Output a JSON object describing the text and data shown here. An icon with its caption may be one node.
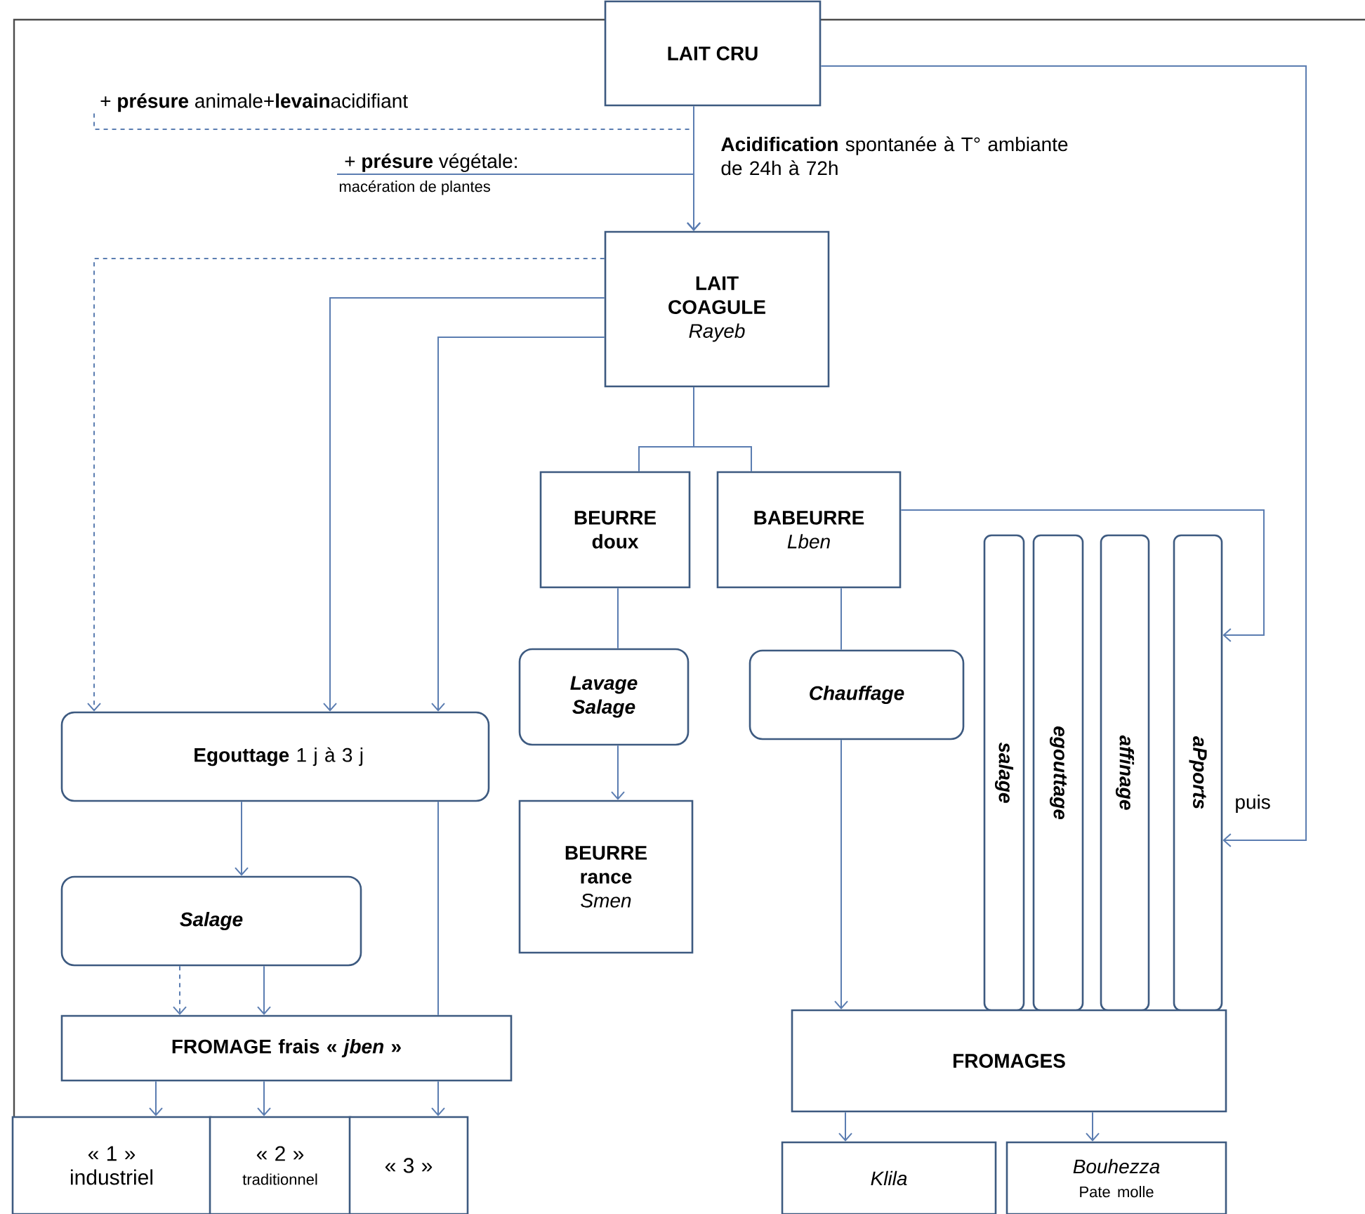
{
  "diagram": {
    "nodes": [
      {
        "text": [
          "LAIT CRU"
        ]
      },
      {
        "text": [
          "+ **présure** animale+**levain**acidifiant"
        ]
      },
      {
        "text": [
          "+ **présure** végétale:",
          "macération de plantes"
        ]
      },
      {
        "text": [
          "LAIT COAGULE",
          "Rayeb"
        ]
      },
      {
        "text": [
          "BEURRE doux"
        ]
      },
      {
        "text": [
          "BABEURRE",
          "Lben"
        ]
      },
      {
        "text": [
          "**Egouttage** 1 j à 3 j"
        ]
      },
      {
        "text": [
          "Lavage Salage"
        ]
      },
      {
        "text": [
          "Chauffage"
        ]
      },
      {
        "text": [
          "BEURRE rance",
          "Smen"
        ]
      },
      {
        "text": [
          "Salage"
        ]
      },
      {
        "text": [
          "FROMAGE frais « *jben* »"
        ]
      },
      {
        "text": [
          "« 1 »",
          "industriel"
        ]
      },
      {
        "text": [
          "« 2 »",
          "traditionnel"
        ]
      },
      {
        "text": [
          "« 3 »"
        ]
      },
      {
        "text": [
          "salage"
        ]
      },
      {
        "text": [
          "egouttage"
        ]
      },
      {
        "text": [
          "affinage"
        ]
      },
      {
        "text": [
          "aPports"
        ]
      },
      {
        "text": [
          "FROMAGES"
        ]
      },
      {
        "text": [
          "Klila"
        ]
      },
      {
        "text": [
          "Bouhezza",
          "Pate molle"
        ]
      }
    ],
    "edges": [
      {
        "from": 0,
        "to": 3,
        "arrow": "to",
        "label": "**Acidification** spontanée à T° ambiante de 24h à 72h"
      },
      {
        "from": 1,
        "to": 3,
        "arrow": "to",
        "style": "dashed"
      },
      {
        "from": 2,
        "to": 3,
        "arrow": "to"
      },
      {
        "from": 3,
        "to": 6,
        "arrow": "to",
        "style": "dashed"
      },
      {
        "from": 3,
        "to": 6,
        "arrow": "to"
      },
      {
        "from": 3,
        "to": 6,
        "arrow": "to"
      },
      {
        "from": 3,
        "to": 4,
        "arrow": "none"
      },
      {
        "from": 3,
        "to": 5,
        "arrow": "none"
      },
      {
        "from": 4,
        "to": 7,
        "arrow": "none"
      },
      {
        "from": 7,
        "to": 9,
        "arrow": "to"
      },
      {
        "from": 5,
        "to": 8,
        "arrow": "none"
      },
      {
        "from": 8,
        "to": 19,
        "arrow": "to"
      },
      {
        "from": 6,
        "to": 10,
        "arrow": "to"
      },
      {
        "from": 10,
        "to": 11,
        "arrow": "to",
        "style": "dashed"
      },
      {
        "from": 10,
        "to": 11,
        "arrow": "to"
      },
      {
        "from": 6,
        "to": 11,
        "arrow": "none"
      },
      {
        "from": 11,
        "to": 12,
        "arrow": "to"
      },
      {
        "from": 11,
        "to": 13,
        "arrow": "to"
      },
      {
        "from": 11,
        "to": 14,
        "arrow": "to"
      },
      {
        "from": 5,
        "to": 18,
        "arrow": "to"
      },
      {
        "from": 0,
        "to": 18,
        "arrow": "to",
        "label": "puis"
      },
      {
        "from": 19,
        "to": 20,
        "arrow": "to"
      },
      {
        "from": 19,
        "to": 21,
        "arrow": "to"
      }
    ]
  }
}
